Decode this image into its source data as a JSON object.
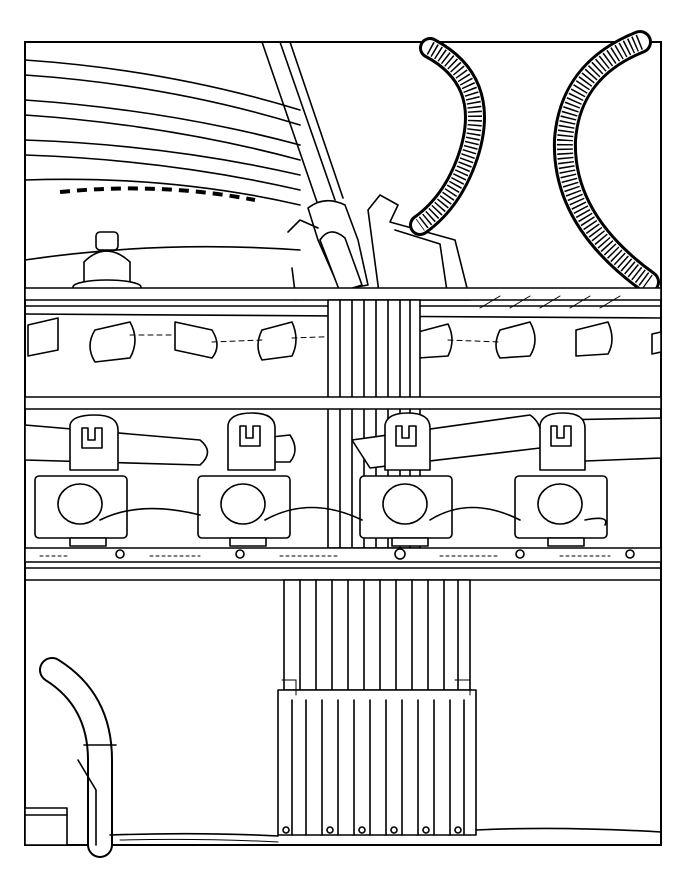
{
  "colors": {
    "ink": "#000000",
    "paper": "#ffffff"
  },
  "counts": {
    "top_rollers": 9,
    "motor_units": 4,
    "cables": 11
  }
}
